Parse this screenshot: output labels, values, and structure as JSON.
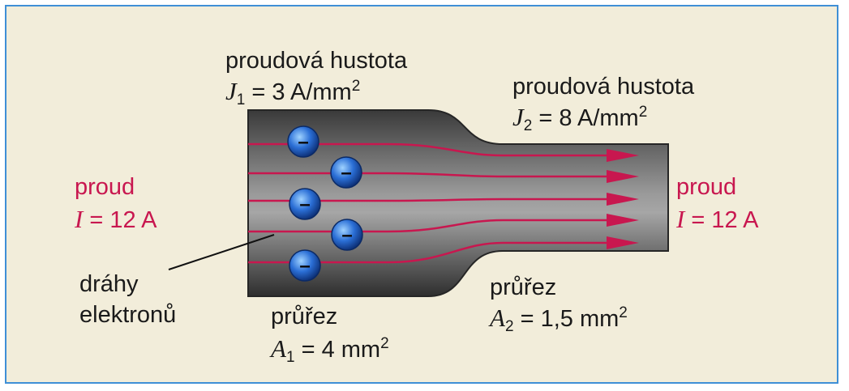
{
  "colors": {
    "background": "#f2edda",
    "border": "#3f8fd6",
    "current_red": "#c8174f",
    "conductor_gray": "#5b5b5b",
    "electron_blue": "#1f55c4",
    "text": "#1a1a1a"
  },
  "left_density": {
    "title": "proudová hustota",
    "symbol": "J",
    "subscript": "1",
    "value": "= 3 A/mm",
    "exponent": "2"
  },
  "right_density": {
    "title": "proudová hustota",
    "symbol": "J",
    "subscript": "2",
    "value": "= 8 A/mm",
    "exponent": "2"
  },
  "left_current": {
    "label": "proud",
    "symbol": "I",
    "value": "= 12 A"
  },
  "right_current": {
    "label": "proud",
    "symbol": "I",
    "value": "= 12 A"
  },
  "electron_paths": {
    "line1": "dráhy",
    "line2": "elektronů"
  },
  "left_cross_section": {
    "title": "průřez",
    "symbol": "A",
    "subscript": "1",
    "value": "= 4 mm",
    "exponent": "2"
  },
  "right_cross_section": {
    "title": "průřez",
    "symbol": "A",
    "subscript": "2",
    "value": "= 1,5 mm",
    "exponent": "2"
  },
  "electron_sign": "–",
  "electron_count": 5,
  "current_line_count": 5
}
